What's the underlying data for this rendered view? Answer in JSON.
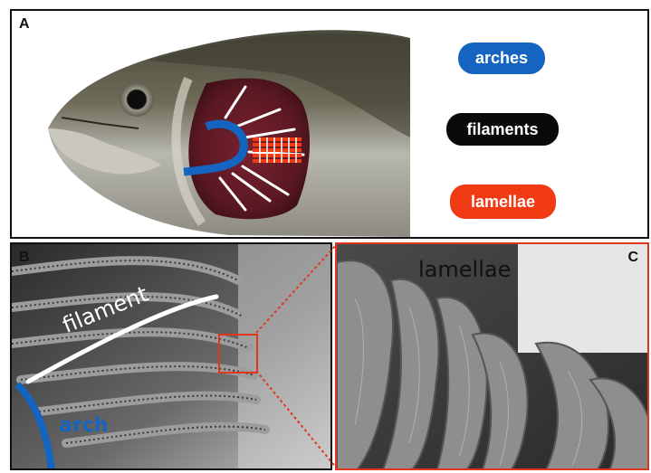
{
  "panel_a": {
    "letter": "A",
    "legend": {
      "arches": {
        "label": "arches",
        "color": "#1565c0"
      },
      "filaments": {
        "label": "filaments",
        "color": "#0a0a0a"
      },
      "lamellae": {
        "label": "lamellae",
        "color": "#f03a14"
      }
    }
  },
  "panel_b": {
    "letter": "B",
    "filament_label": "filament",
    "arch_label": "arch"
  },
  "panel_c": {
    "letter": "C",
    "lamellae_label": "lamellae"
  },
  "colors": {
    "arch_blue": "#1565c0",
    "lamella_red": "#f03a14",
    "zoom_box_red": "#e0361e",
    "filament_white": "#ffffff"
  }
}
